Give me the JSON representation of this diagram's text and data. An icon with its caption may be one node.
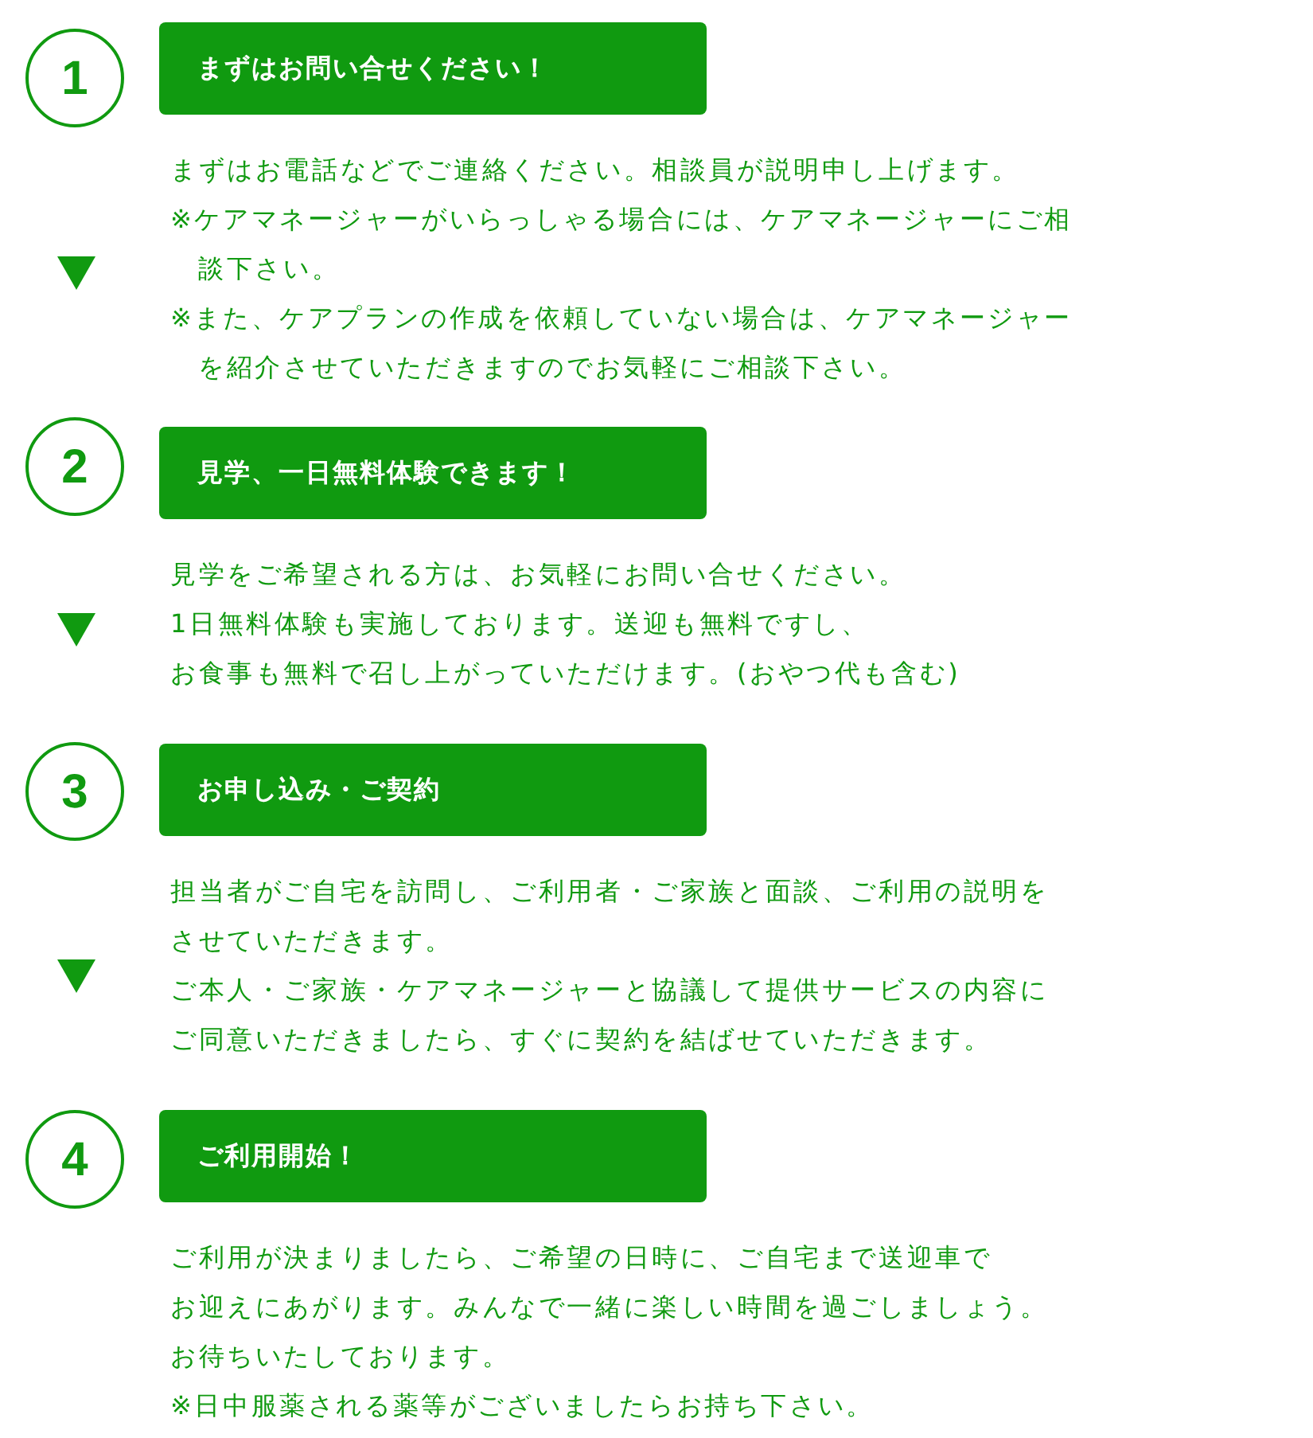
{
  "diagram": {
    "nodes": [
      {
        "text": [
          "1"
        ]
      },
      {
        "text": [
          "まずはお問い合せください！"
        ],
        "beside": [
          "まずはお電話などでご連絡ください。相談員が説明申し上げます。",
          "※ケアマネージャーがいらっしゃる場合には、ケアマネージャーにご相談下さい。",
          "※また、ケアプランの作成を依頼していない場合は、ケアマネージャーを紹介させていただきますのでお気軽にご相談下さい。"
        ]
      },
      {
        "text": [
          "2"
        ]
      },
      {
        "text": [
          "見学、一日無料体験できます！"
        ],
        "beside": [
          "見学をご希望される方は、お気軽にお問い合せください。",
          "1日無料体験も実施しております。送迎も無料ですし、",
          "お食事も無料で召し上がっていただけます。(おやつ代も含む)"
        ]
      },
      {
        "text": [
          "3"
        ]
      },
      {
        "text": [
          "お申し込み・ご契約"
        ],
        "beside": [
          "担当者がご自宅を訪問し、ご利用者・ご家族と面談、ご利用の説明を",
          "させていただきます。",
          "ご本人・ご家族・ケアマネージャーと協議して提供サービスの内容に",
          "ご同意いただきましたら、すぐに契約を結ばせていただきます。"
        ]
      },
      {
        "text": [
          "4"
        ]
      },
      {
        "text": [
          "ご利用開始！"
        ],
        "beside": [
          "ご利用が決まりましたら、ご希望の日時に、ご自宅まで送迎車で",
          "お迎えにあがります。みんなで一緒に楽しい時間を過ごしましょう。",
          "お待ちいたしております。",
          "※日中服薬される薬等がございましたらお持ち下さい。"
        ]
      }
    ]
  }
}
